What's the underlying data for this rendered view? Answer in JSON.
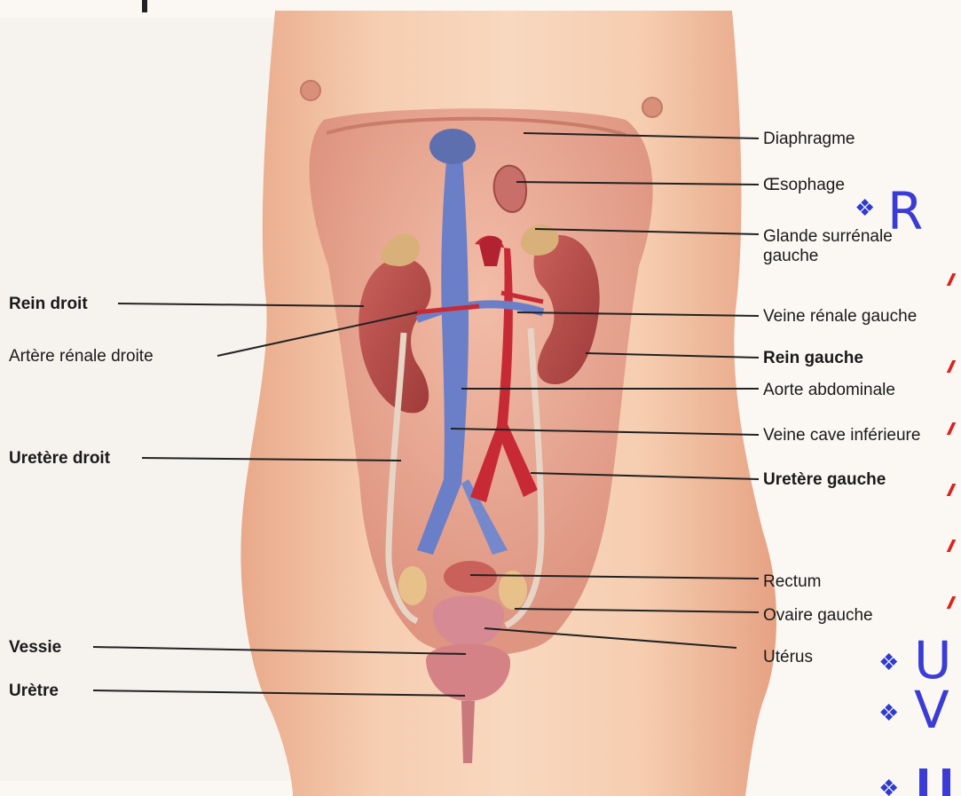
{
  "labels": {
    "diaphragme": "Diaphragme",
    "oesophage": "Œsophage",
    "glande_surrenale": "Glande surrénale gauche",
    "rein_droit": "Rein droit",
    "artere_renale_droite": "Artère rénale droite",
    "uretere_droit": "Uretère droit",
    "vessie": "Vessie",
    "uretre": "Urètre",
    "veine_renale_gauche": "Veine rénale gauche",
    "rein_gauche": "Rein gauche",
    "aorte_abdominale": "Aorte abdominale",
    "veine_cave_inferieure": "Veine cave inférieure",
    "uretere_gauche": "Uretère gauche",
    "rectum": "Rectum",
    "ovaire_gauche": "Ovaire gauche",
    "uterus": "Utérus"
  },
  "slide_fragments": {
    "r": "R",
    "u": "U",
    "v": "V",
    "bullet": "❖"
  },
  "colors": {
    "skin": "#f2c4a4",
    "kidney": "#b8504c",
    "vein": "#6a7fc8",
    "artery": "#c82a35",
    "bullet": "#3b3bd6",
    "tick": "#e0201a"
  }
}
